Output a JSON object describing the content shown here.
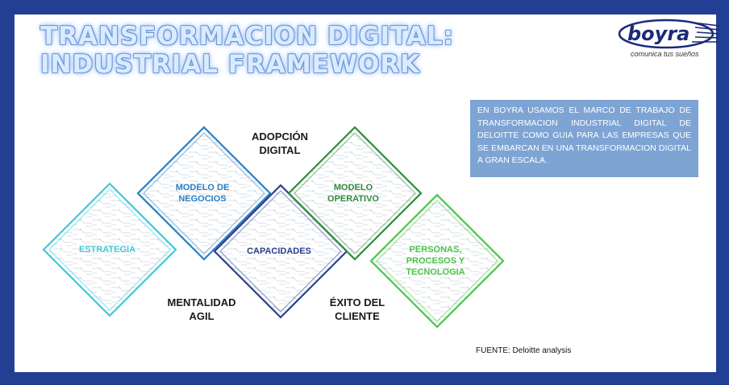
{
  "title": {
    "line1": "TRANSFORMACION DIGITAL:",
    "line2": "INDUSTRIAL FRAMEWORK"
  },
  "logo": {
    "brand": "boyra",
    "tagline": "comunica tus sueños"
  },
  "note": "EN BOYRA USAMOS EL MARCO DE TRABAJO DE TRANSFORMACION INDUSTRIAL DIGITAL DE DELOITTE COMO GUIA PARA LAS EMPRESAS QUE SE EMBARCAN EN UNA TRANSFORMACION DIGITAL A GRAN ESCALA.",
  "diagram": {
    "diamonds": [
      {
        "label": "ESTRATEGIA",
        "color": "#43c9d8"
      },
      {
        "label": "MODELO DE\nNEGOCIOS",
        "color": "#2a7fc4"
      },
      {
        "label": "CAPACIDADES",
        "color": "#2c3f8e"
      },
      {
        "label": "MODELO\nOPERATIVO",
        "color": "#2e8b3a"
      },
      {
        "label": "PERSONAS,\nPROCESOS Y\nTECNOLOGIA",
        "color": "#4cc44a"
      }
    ],
    "outer_labels": {
      "adopcion": "ADOPCIÓN\nDIGITAL",
      "mentalidad": "MENTALIDAD\nAGIL",
      "exito": "ÉXITO DEL\nCLIENTE"
    }
  },
  "source": "FUENTE: Deloitte analysis"
}
